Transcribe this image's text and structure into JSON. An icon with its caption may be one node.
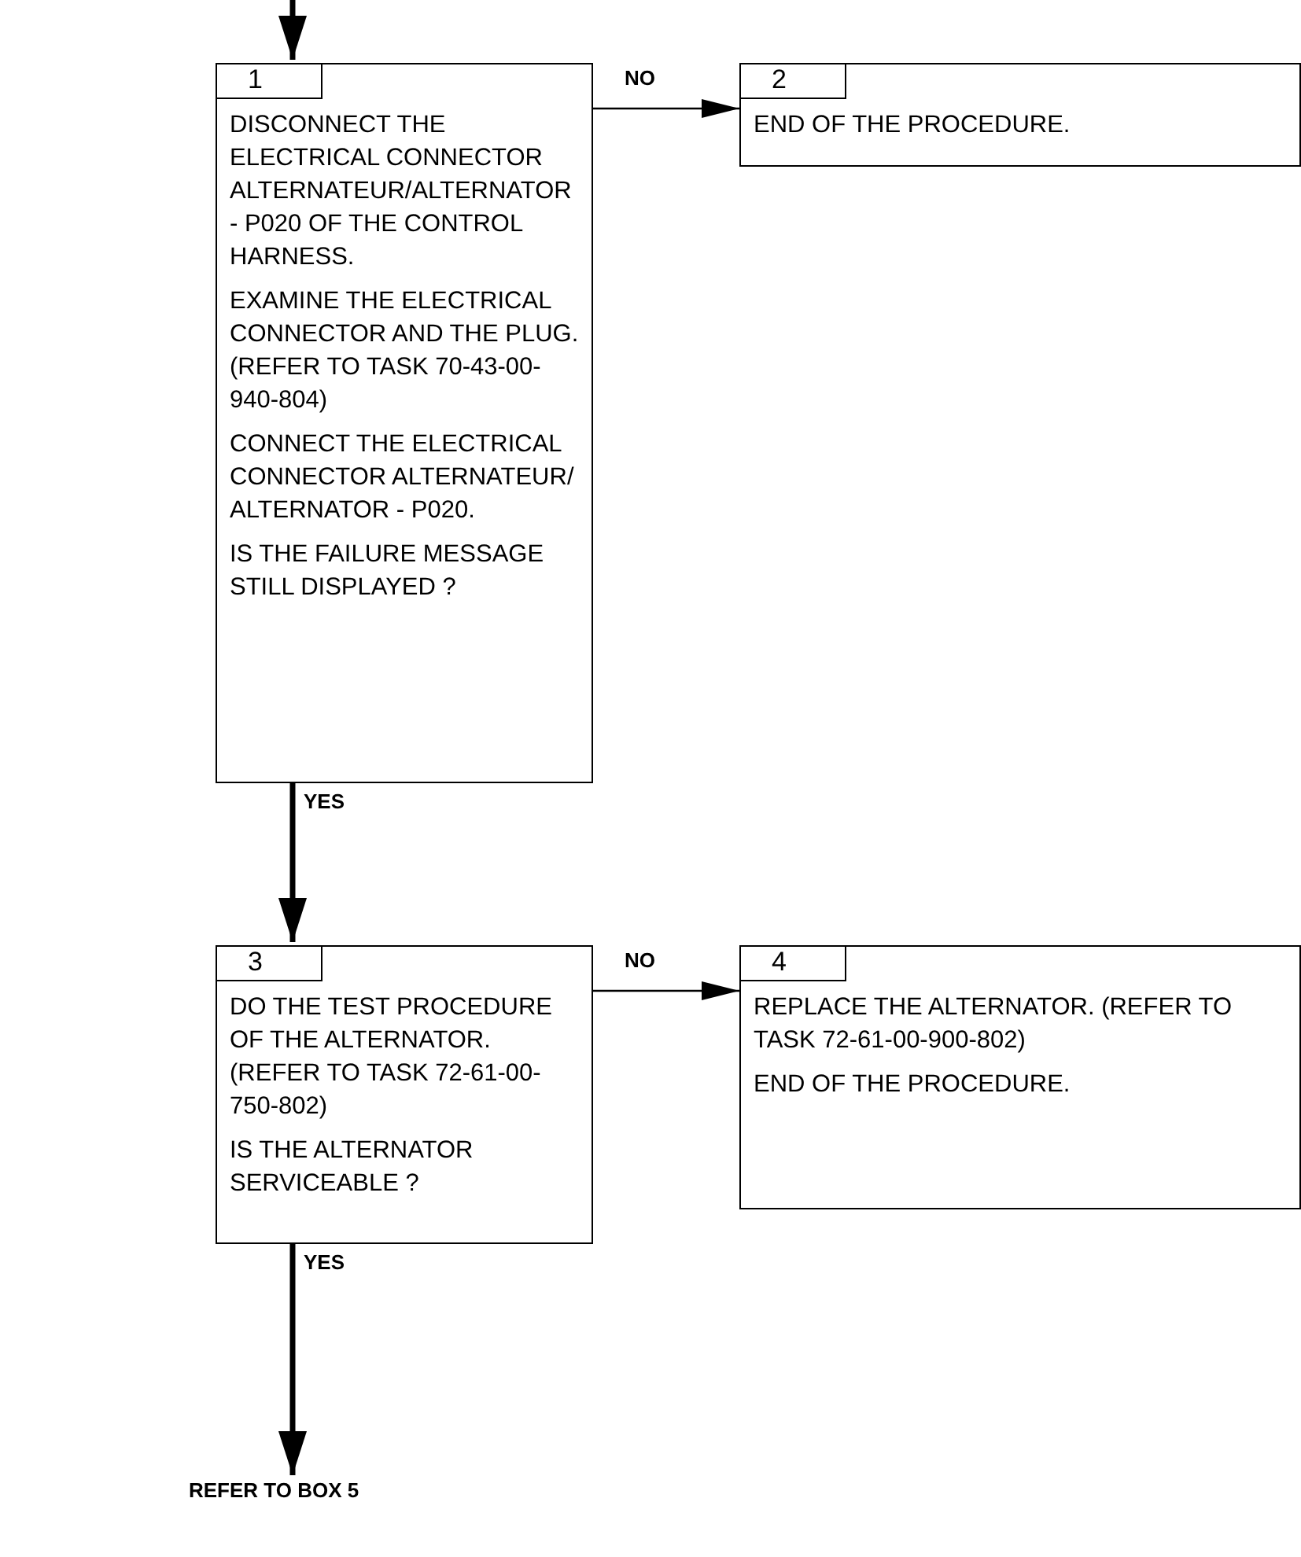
{
  "diagram": {
    "nodes": [
      {
        "text": [
          "1",
          "DISCONNECT THE ELECTRICAL CONNECTOR ALTERNATEUR/ALTERNATOR - P020 OF THE CONTROL HARNESS.",
          "EXAMINE THE ELECTRICAL CONNECTOR AND THE PLUG. (REFER TO TASK 70-43-00-940-804)",
          "CONNECT THE ELECTRICAL CONNECTOR ALTERNATEUR/ ALTERNATOR - P020.",
          "IS THE FAILURE MESSAGE STILL DISPLAYED ?"
        ]
      },
      {
        "text": [
          "2",
          "END OF THE PROCEDURE."
        ]
      },
      {
        "text": [
          "3",
          "DO THE TEST PROCEDURE OF THE ALTERNATOR. (REFER TO TASK 72-61-00-750-802)",
          "IS THE ALTERNATOR SERVICEABLE ?"
        ]
      },
      {
        "text": [
          "4",
          "REPLACE THE ALTERNATOR. (REFER TO TASK 72-61-00-900-802)",
          "END OF THE PROCEDURE."
        ]
      },
      {
        "text": [
          "REFER TO BOX 5"
        ]
      }
    ],
    "edges": [
      {
        "from": null,
        "to": 0,
        "arrow": "to"
      },
      {
        "from": 0,
        "to": 1,
        "arrow": "to",
        "label": "NO"
      },
      {
        "from": 0,
        "to": 2,
        "arrow": "to",
        "label": "YES"
      },
      {
        "from": 2,
        "to": 3,
        "arrow": "to",
        "label": "NO"
      },
      {
        "from": 2,
        "to": 4,
        "arrow": "to",
        "label": "YES"
      }
    ]
  }
}
